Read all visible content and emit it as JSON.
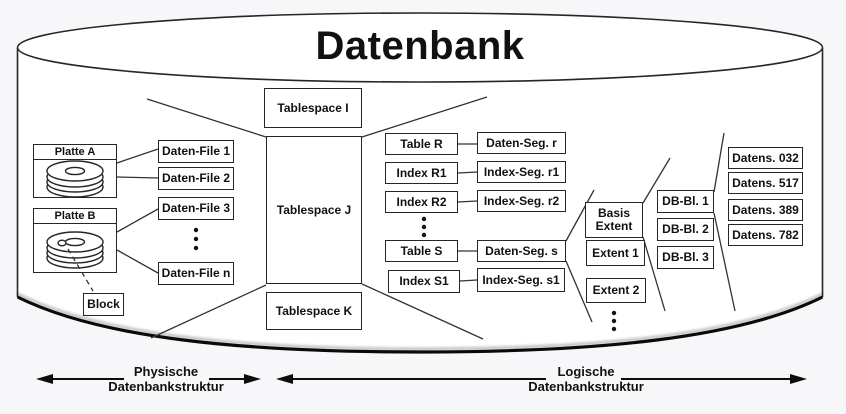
{
  "title": "Datenbank",
  "physical": {
    "disk_a_label": "Platte A",
    "disk_b_label": "Platte B",
    "block_label": "Block",
    "data_files": [
      "Daten-File 1",
      "Daten-File 2",
      "Daten-File 3",
      "Daten-File n"
    ]
  },
  "tablespaces": {
    "i": "Tablespace I",
    "j": "Tablespace J",
    "k": "Tablespace K"
  },
  "logical_pairs": [
    {
      "object": "Table R",
      "segment": "Daten-Seg. r"
    },
    {
      "object": "Index R1",
      "segment": "Index-Seg. r1"
    },
    {
      "object": "Index R2",
      "segment": "Index-Seg. r2"
    },
    {
      "object": "Table S",
      "segment": "Daten-Seg. s"
    },
    {
      "object": "Index S1",
      "segment": "Index-Seg. s1"
    }
  ],
  "extents": [
    "Basis Extent",
    "Extent 1",
    "Extent 2"
  ],
  "db_blocks": [
    "DB-Bl. 1",
    "DB-Bl. 2",
    "DB-Bl. 3"
  ],
  "records": [
    "Datens. 032",
    "Datens. 517",
    "Datens. 389",
    "Datens. 782"
  ],
  "legend": {
    "physical_line1": "Physische",
    "physical_line2": "Datenbankstruktur",
    "logical_line1": "Logische",
    "logical_line2": "Datenbankstruktur"
  },
  "colors": {
    "outline": "#262626",
    "line": "#333333",
    "box_fill": "#ffffff",
    "background": "#f7f7f9"
  }
}
